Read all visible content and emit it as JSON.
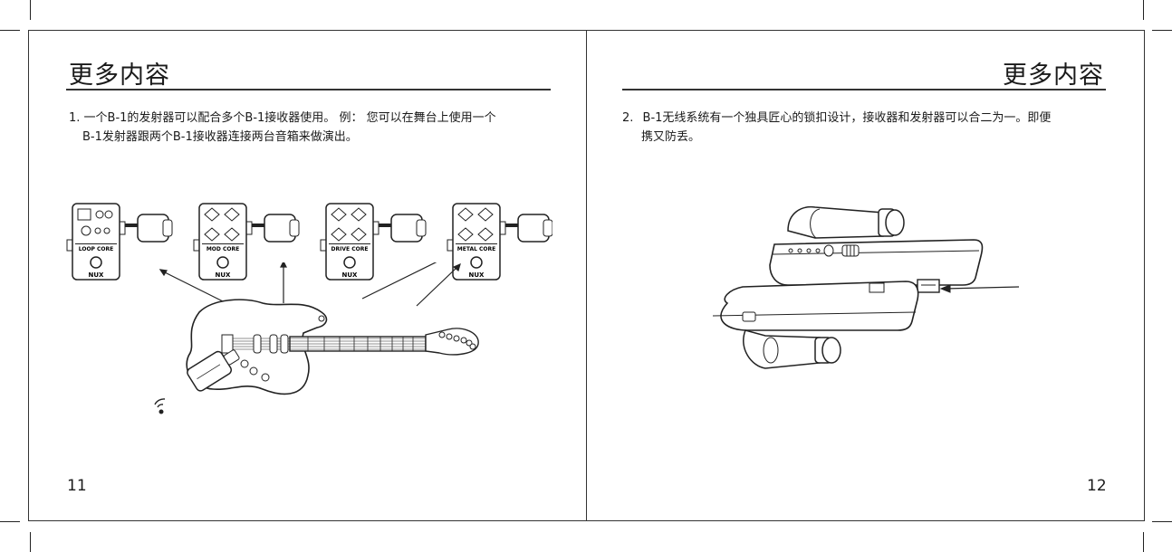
{
  "left_page": {
    "heading": "更多内容",
    "item_number": "1.",
    "line1": "一个B-1的发射器可以配合多个B-1接收器使用。 例： 您可以在舞台上使用一个",
    "line2": "B-1发射器跟两个B-1接收器连接两台音箱来做演出。",
    "page_number": "11",
    "pedals": [
      {
        "name": "LOOP CORE",
        "brand": "NUX"
      },
      {
        "name": "MOD CORE",
        "brand": "NUX"
      },
      {
        "name": "DRIVE CORE",
        "brand": "NUX"
      },
      {
        "name": "METAL CORE",
        "brand": "NUX"
      }
    ]
  },
  "right_page": {
    "heading": "更多内容",
    "item_number": "2.",
    "line1": "B-1无线系统有一个独具匠心的锁扣设计，接收器和发射器可以合二为一。即便",
    "line2": "携又防丢。",
    "page_number": "12"
  }
}
